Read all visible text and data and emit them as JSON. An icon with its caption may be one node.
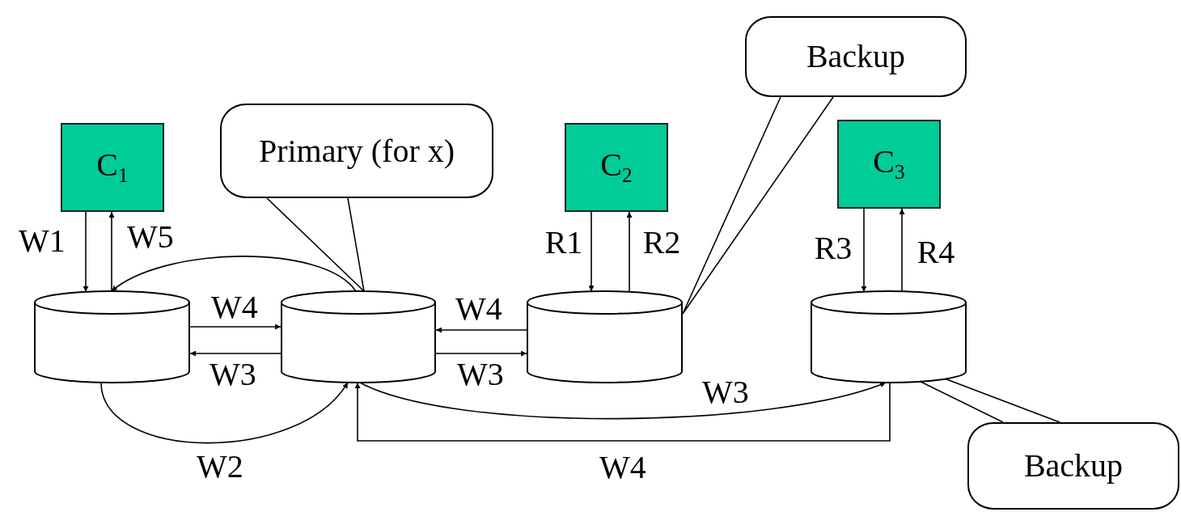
{
  "diagram": {
    "nodes": [
      {
        "text": [
          "C$_{1}$"
        ]
      },
      {
        "text": [
          "C$_{2}$"
        ]
      },
      {
        "text": [
          "C$_{3}$"
        ]
      },
      {
        "text": [],
        "shape": "cylinder"
      },
      {
        "text": [],
        "shape": "cylinder"
      },
      {
        "text": [],
        "shape": "cylinder"
      },
      {
        "text": [],
        "shape": "cylinder"
      },
      {
        "text": [
          "Primary (for x)"
        ]
      },
      {
        "text": [
          "Backup"
        ]
      },
      {
        "text": [
          "Backup"
        ]
      }
    ],
    "edges": [
      {
        "from": 0,
        "to": 3,
        "arrow": "to",
        "label": "W1"
      },
      {
        "from": 3,
        "to": 0,
        "arrow": "to",
        "label": "W5"
      },
      {
        "from": 4,
        "to": 3,
        "arrow": "to"
      },
      {
        "from": 3,
        "to": 4,
        "arrow": "to",
        "label": "W4"
      },
      {
        "from": 4,
        "to": 3,
        "arrow": "to",
        "label": "W3"
      },
      {
        "from": 5,
        "to": 4,
        "arrow": "to",
        "label": "W4"
      },
      {
        "from": 4,
        "to": 5,
        "arrow": "to",
        "label": "W3"
      },
      {
        "from": 3,
        "to": 4,
        "arrow": "to",
        "label": "W2"
      },
      {
        "from": 4,
        "to": 6,
        "arrow": "to",
        "label": "W3"
      },
      {
        "from": 6,
        "to": 4,
        "arrow": "to",
        "label": "W4"
      },
      {
        "from": 1,
        "to": 5,
        "arrow": "to",
        "label": "R1"
      },
      {
        "from": 5,
        "to": 1,
        "arrow": "to",
        "label": "R2"
      },
      {
        "from": 2,
        "to": 6,
        "arrow": "to",
        "label": "R3"
      },
      {
        "from": 6,
        "to": 2,
        "arrow": "to",
        "label": "R4"
      },
      {
        "from": 7,
        "to": 4,
        "arrow": "none"
      },
      {
        "from": 8,
        "to": 5,
        "arrow": "none"
      },
      {
        "from": 9,
        "to": 6,
        "arrow": "none"
      }
    ]
  }
}
